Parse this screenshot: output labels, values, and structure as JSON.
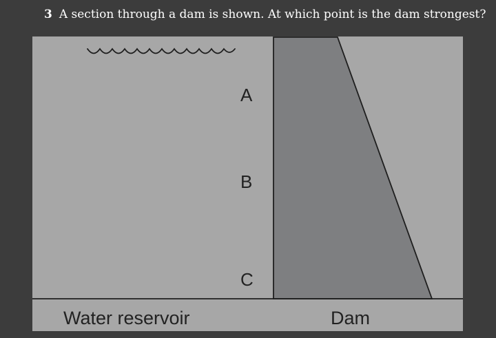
{
  "question": {
    "number": "3",
    "text": "A section through a dam is shown. At which point is the dam strongest?"
  },
  "diagram": {
    "points": [
      "A",
      "B",
      "C"
    ],
    "labels": {
      "reservoir": "Water reservoir",
      "dam": "Dam"
    },
    "colors": {
      "background": "#a7a7a7",
      "dam_fill": "#7e7f81",
      "outline": "#1e1e1e",
      "page": "#3c3c3c"
    }
  }
}
